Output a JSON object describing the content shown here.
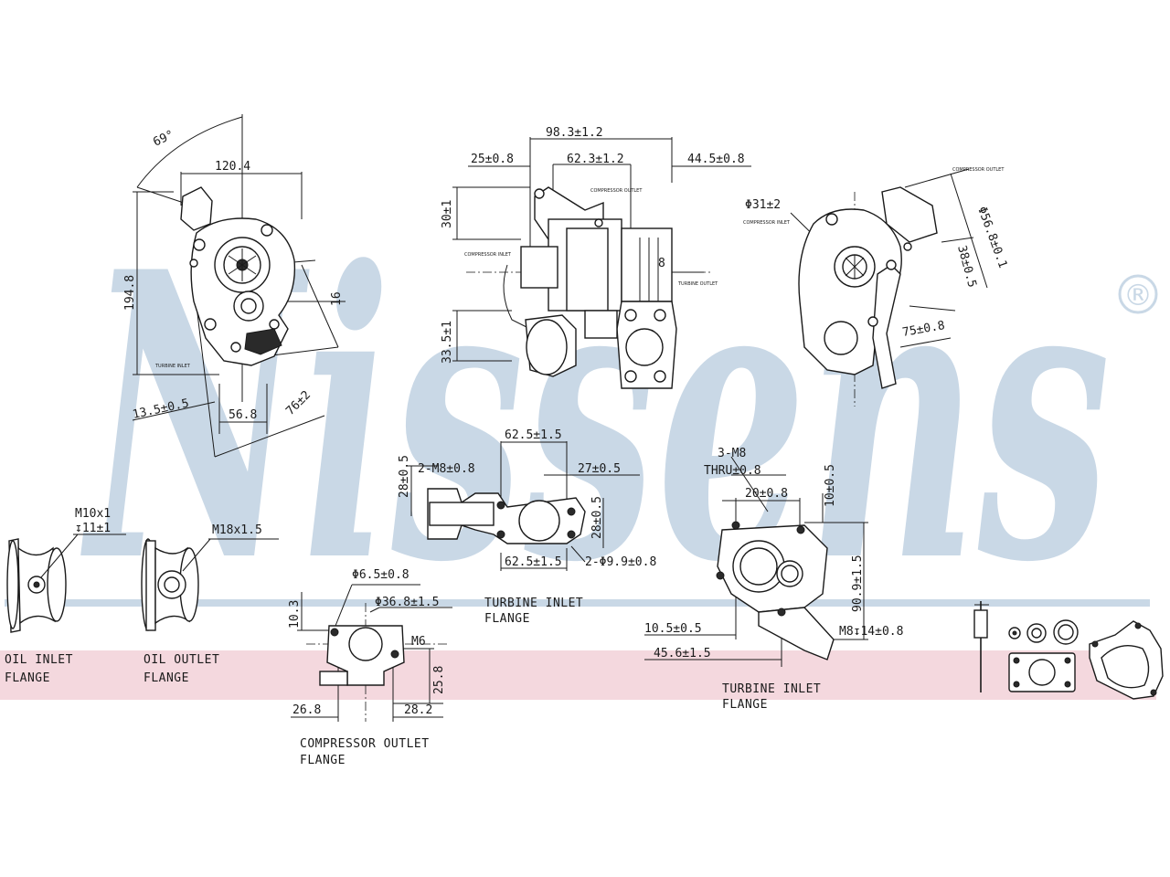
{
  "brand": {
    "watermark": "Nissens",
    "registered_mark": "®",
    "watermark_color": "#c9d8e6",
    "band_color": "#f4d8de"
  },
  "view_top_left": {
    "angle": "69°",
    "width": "120.4",
    "height": "194.8",
    "offset": "16",
    "dim_a": "13.5±0.5",
    "dim_b": "56.8",
    "dim_c": "76±2",
    "note": "TURBINE INLET"
  },
  "view_top_center": {
    "total": "98.3±1.2",
    "left": "25±0.8",
    "mid": "62.3±1.2",
    "right": "44.5±0.8",
    "top_h": "30±1",
    "bottom_h": "33.5±1",
    "note_comp": "COMPRESSOR OUTLET",
    "note_turb": "TURBINE OUTLET",
    "note_comp_in": "COMPRESSOR INLET",
    "small_a": "8"
  },
  "view_top_right": {
    "dia": "Φ31±2",
    "dia2": "Φ56.8±0.1",
    "side": "38±0.5",
    "angle": "75±0.8",
    "note_top": "COMPRESSOR OUTLET",
    "note_left": "COMPRESSOR INLET"
  },
  "turbine_inlet_flange_1": {
    "top": "62.5±1.5",
    "holes": "2-M8±0.8",
    "right": "27±0.5",
    "left_h": "28±0.5",
    "small_h": "28±0.5",
    "bottom": "62.5±1.5",
    "holes2": "2-Φ9.9±0.8",
    "label_line1": "TURBINE INLET",
    "label_line2": "FLANGE"
  },
  "turbine_inlet_flange_2": {
    "thru_line1": "3-M8",
    "thru_line2": "THRU±0.8",
    "top": "20±0.8",
    "right_top": "10±0.5",
    "right_h": "90.9±1.5",
    "left1": "10.5±0.5",
    "left2": "45.6±1.5",
    "bolt": "M8↧14±0.8",
    "label_line1": "TURBINE INLET",
    "label_line2": "FLANGE"
  },
  "oil_inlet_flange": {
    "thread": "M10x1",
    "depth": "↧11±1",
    "label_line1": "OIL INLET",
    "label_line2": "FLANGE"
  },
  "oil_outlet_flange": {
    "thread": "M18x1.5",
    "label_line1": "OIL OUTLET",
    "label_line2": "FLANGE"
  },
  "compressor_outlet_flange": {
    "hole": "Φ6.5±0.8",
    "bore": "Φ36.8±1.5",
    "left_h": "10.3",
    "bolt": "M6",
    "right_h": "25.8",
    "bottom_left": "26.8",
    "bottom_right": "28.2",
    "label_line1": "COMPRESSOR OUTLET",
    "label_line2": "FLANGE"
  }
}
